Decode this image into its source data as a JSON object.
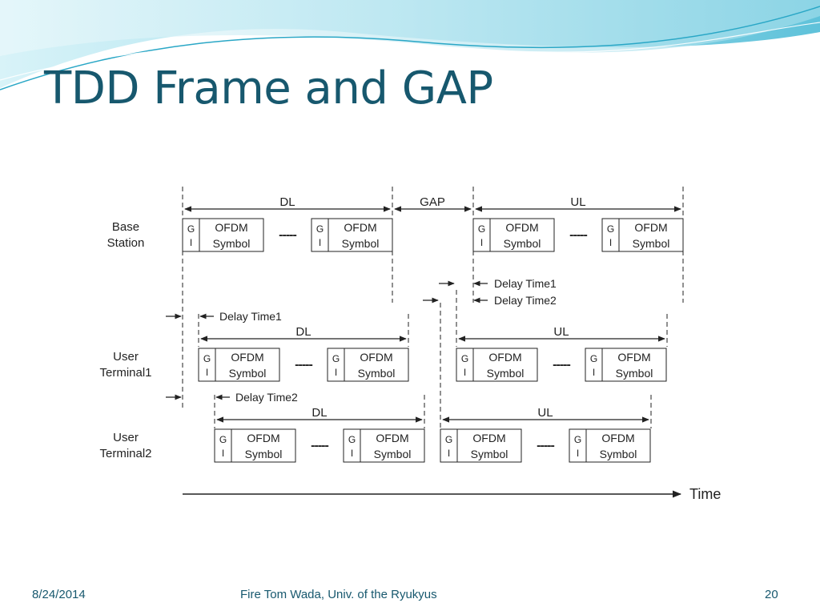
{
  "slide": {
    "title": "TDD Frame and GAP",
    "footer_date": "8/24/2014",
    "footer_credit": "Fire Tom Wada, Univ. of the Ryukyus",
    "page_number": "20"
  },
  "diagram": {
    "rows": {
      "base_station": [
        "Base",
        "Station"
      ],
      "user_terminal_1": [
        "User",
        "Terminal1"
      ],
      "user_terminal_2": [
        "User",
        "Terminal2"
      ]
    },
    "segment_labels": {
      "dl": "DL",
      "gap": "GAP",
      "ul": "UL"
    },
    "guard_interval": [
      "G",
      "I"
    ],
    "symbol": [
      "OFDM",
      "Symbol"
    ],
    "ellipsis": "-----",
    "delays": {
      "delay_1": "Delay Time1",
      "delay_2": "Delay Time2"
    },
    "time_axis_label": "Time",
    "colors": {
      "title": "#17586e",
      "line": "#222222",
      "wave_light": "#bfe9f2",
      "wave_dark": "#3fb3cf"
    }
  }
}
